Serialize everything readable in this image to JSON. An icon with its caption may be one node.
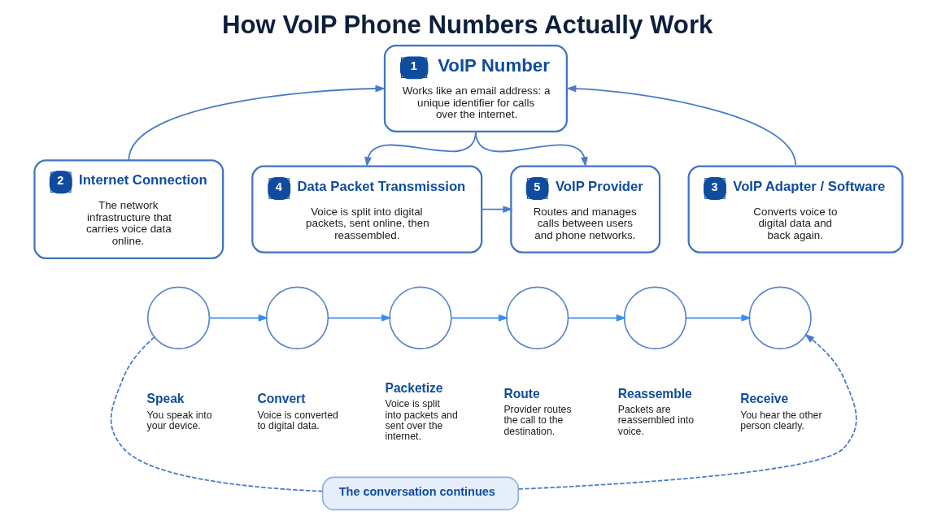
{
  "diagram": {
    "title": "How VoIP Phone Numbers Actually Work",
    "nodes": [
      {
        "text": [
          "1",
          "VoIP Number",
          "Works like an email address: a unique identifier for calls over the internet."
        ]
      },
      {
        "text": [
          "2",
          "Internet Connection",
          "The network infrastructure that carries voice data online."
        ]
      },
      {
        "text": [
          "3",
          "VoIP Adapter / Software",
          "Converts voice to digital data and back again."
        ]
      },
      {
        "text": [
          "4",
          "Data Packet Transmission",
          "Voice is split into digital packets, sent online, then reassembled."
        ]
      },
      {
        "text": [
          "5",
          "VoIP Provider",
          "Routes and manages calls between users and phone networks."
        ]
      },
      {
        "text": [],
        "shape": "circle",
        "beside": [
          "Speak",
          "You speak into your device."
        ]
      },
      {
        "text": [],
        "shape": "circle",
        "beside": [
          "Convert",
          "Voice is converted to digital data."
        ]
      },
      {
        "text": [],
        "shape": "circle",
        "beside": [
          "Packetize",
          "Voice is split into packets and sent over the internet."
        ]
      },
      {
        "text": [],
        "shape": "circle",
        "beside": [
          "Route",
          "Provider routes the call to the destination."
        ]
      },
      {
        "text": [],
        "shape": "circle",
        "beside": [
          "Reassemble",
          "Packets are reassembled into voice."
        ]
      },
      {
        "text": [],
        "shape": "circle",
        "beside": [
          "Receive",
          "You hear the other person clearly."
        ]
      },
      {
        "text": [
          "The conversation continues"
        ]
      }
    ],
    "edges": [
      {
        "from": 1,
        "to": 0,
        "arrow": "to"
      },
      {
        "from": 2,
        "to": 0,
        "arrow": "to"
      },
      {
        "from": 0,
        "to": 3,
        "arrow": "to"
      },
      {
        "from": 0,
        "to": 4,
        "arrow": "to"
      },
      {
        "from": 3,
        "to": 4,
        "arrow": "to"
      },
      {
        "from": 5,
        "to": 6,
        "arrow": "to",
        "color": "#3b8ef0"
      },
      {
        "from": 6,
        "to": 7,
        "arrow": "to",
        "color": "#3b8ef0"
      },
      {
        "from": 7,
        "to": 8,
        "arrow": "to",
        "color": "#3b8ef0"
      },
      {
        "from": 8,
        "to": 9,
        "arrow": "to",
        "color": "#3b8ef0"
      },
      {
        "from": 9,
        "to": 10,
        "arrow": "to",
        "color": "#3b8ef0"
      },
      {
        "from": 5,
        "to": 11,
        "arrow": "none",
        "style": "dashed"
      },
      {
        "from": 11,
        "to": 10,
        "arrow": "to",
        "style": "dashed"
      }
    ]
  }
}
